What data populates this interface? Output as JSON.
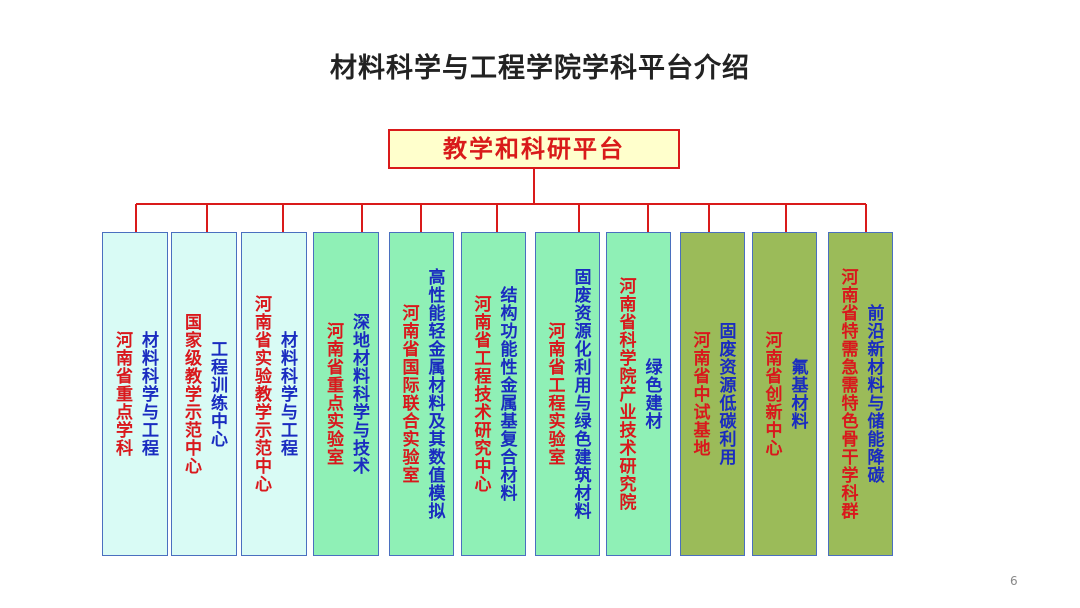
{
  "title": "材料科学与工程学院学科平台介绍",
  "root": "教学和科研平台",
  "page_number": "6",
  "colors": {
    "connector": "#d91a1a",
    "blue_text": "#1a2cc0",
    "red_text": "#d9181c",
    "light_fill": "#d9fbf5",
    "green_fill": "#8ff0b6",
    "olive_fill": "#9bbb59",
    "root_fill": "#ffffcc"
  },
  "units": [
    {
      "fill": "light",
      "columns": [
        {
          "text": "材料科学与工程",
          "color": "blue"
        },
        {
          "text": "河南省重点学科",
          "color": "red"
        }
      ]
    },
    {
      "fill": "light",
      "columns": [
        {
          "text": "工程训练中心",
          "color": "blue"
        },
        {
          "text": "国家级教学示范中心",
          "color": "red"
        }
      ]
    },
    {
      "fill": "light",
      "columns": [
        {
          "text": "材料科学与工程",
          "color": "blue"
        },
        {
          "text": "河南省实验教学示范中心",
          "color": "red"
        }
      ]
    },
    {
      "fill": "green",
      "columns": [
        {
          "text": "深地材料科学与技术",
          "color": "blue"
        },
        {
          "text": "河南省重点实验室",
          "color": "red"
        }
      ]
    },
    {
      "fill": "green",
      "columns": [
        {
          "text": "高性能轻金属材料及其数值模拟",
          "color": "blue"
        },
        {
          "text": "河南省国际联合实验室",
          "color": "red"
        }
      ]
    },
    {
      "fill": "green",
      "columns": [
        {
          "text": "结构功能性金属基复合材料",
          "color": "blue"
        },
        {
          "text": "河南省工程技术研究中心",
          "color": "red"
        }
      ]
    },
    {
      "fill": "green",
      "columns": [
        {
          "text": "固废资源化利用与绿色建筑材料",
          "color": "blue"
        },
        {
          "text": "河南省工程实验室",
          "color": "red"
        }
      ]
    },
    {
      "fill": "green",
      "columns": [
        {
          "text": "绿色建材",
          "color": "blue"
        },
        {
          "text": "河南省科学院产业技术研究院",
          "color": "red"
        }
      ]
    },
    {
      "fill": "olive",
      "columns": [
        {
          "text": "固废资源低碳利用",
          "color": "blue"
        },
        {
          "text": "河南省中试基地",
          "color": "red"
        }
      ]
    },
    {
      "fill": "olive",
      "columns": [
        {
          "text": "氟基材料",
          "color": "blue"
        },
        {
          "text": "河南省创新中心",
          "color": "red"
        }
      ]
    },
    {
      "fill": "olive",
      "columns": [
        {
          "text": "前沿新材料与储能降碳",
          "color": "blue"
        },
        {
          "text": "河南省特需急需特色骨干学科群",
          "color": "red"
        }
      ]
    }
  ]
}
